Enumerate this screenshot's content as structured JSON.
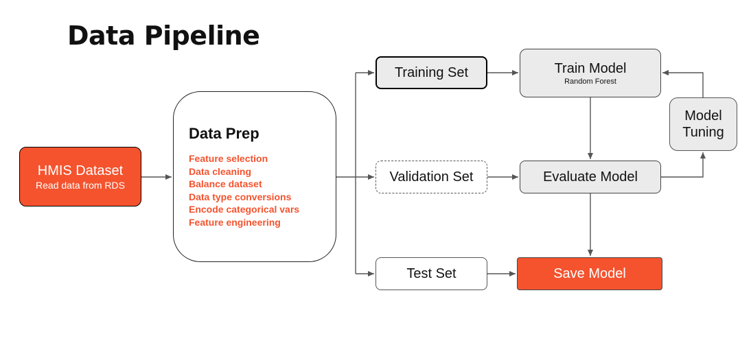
{
  "title": "Data Pipeline",
  "nodes": {
    "hmis": {
      "label": "HMIS Dataset",
      "sublabel": "Read data from RDS"
    },
    "data_prep": {
      "label": "Data Prep",
      "steps": [
        "Feature selection",
        "Data cleaning",
        "Balance dataset",
        "Data type conversions",
        "Encode categorical vars",
        "Feature engineering"
      ]
    },
    "training_set": {
      "label": "Training Set"
    },
    "validation_set": {
      "label": "Validation Set"
    },
    "test_set": {
      "label": "Test Set"
    },
    "train_model": {
      "label": "Train Model",
      "sublabel": "Random Forest"
    },
    "evaluate_model": {
      "label": "Evaluate Model"
    },
    "save_model": {
      "label": "Save Model"
    },
    "model_tuning": {
      "label": "Model\nTuning"
    }
  },
  "colors": {
    "accent": "#f4532e",
    "node_fill": "#ebebeb",
    "edge": "#555555"
  }
}
